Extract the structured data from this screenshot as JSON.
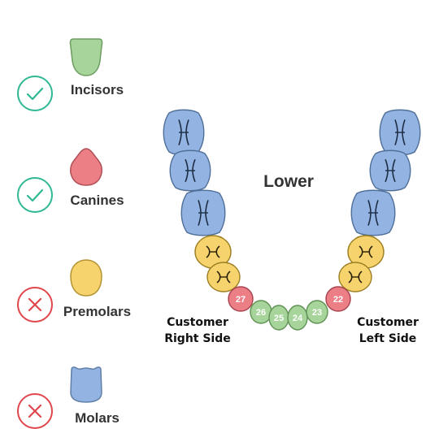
{
  "legend": [
    {
      "label": "Incisors",
      "status": "check",
      "status_icon": "check-circle-icon",
      "tooth_color": "#a6d49a",
      "status_color": "#2fb894"
    },
    {
      "label": "Canines",
      "status": "check",
      "status_icon": "check-circle-icon",
      "tooth_color": "#ec7f86",
      "status_color": "#2fb894"
    },
    {
      "label": "Premolars",
      "status": "cross",
      "status_icon": "cross-circle-icon",
      "tooth_color": "#f6d36c",
      "status_color": "#e0464c"
    },
    {
      "label": "Molars",
      "status": "cross",
      "status_icon": "cross-circle-icon",
      "tooth_color": "#93b4e2",
      "status_color": "#e0464c"
    }
  ],
  "jaw": {
    "title": "Lower",
    "right_side": [
      "Customer",
      "Right Side"
    ],
    "left_side": [
      "Customer",
      "Left Side"
    ]
  },
  "teeth": {
    "colors": {
      "molar": "#93b4e2",
      "premolar": "#f6d36c",
      "canine": "#ec7f86",
      "incisor": "#a6d49a"
    },
    "numbered": [
      {
        "number": "27",
        "type": "canine"
      },
      {
        "number": "26",
        "type": "incisor"
      },
      {
        "number": "25",
        "type": "incisor"
      },
      {
        "number": "24",
        "type": "incisor"
      },
      {
        "number": "23",
        "type": "incisor"
      },
      {
        "number": "22",
        "type": "canine"
      }
    ]
  }
}
